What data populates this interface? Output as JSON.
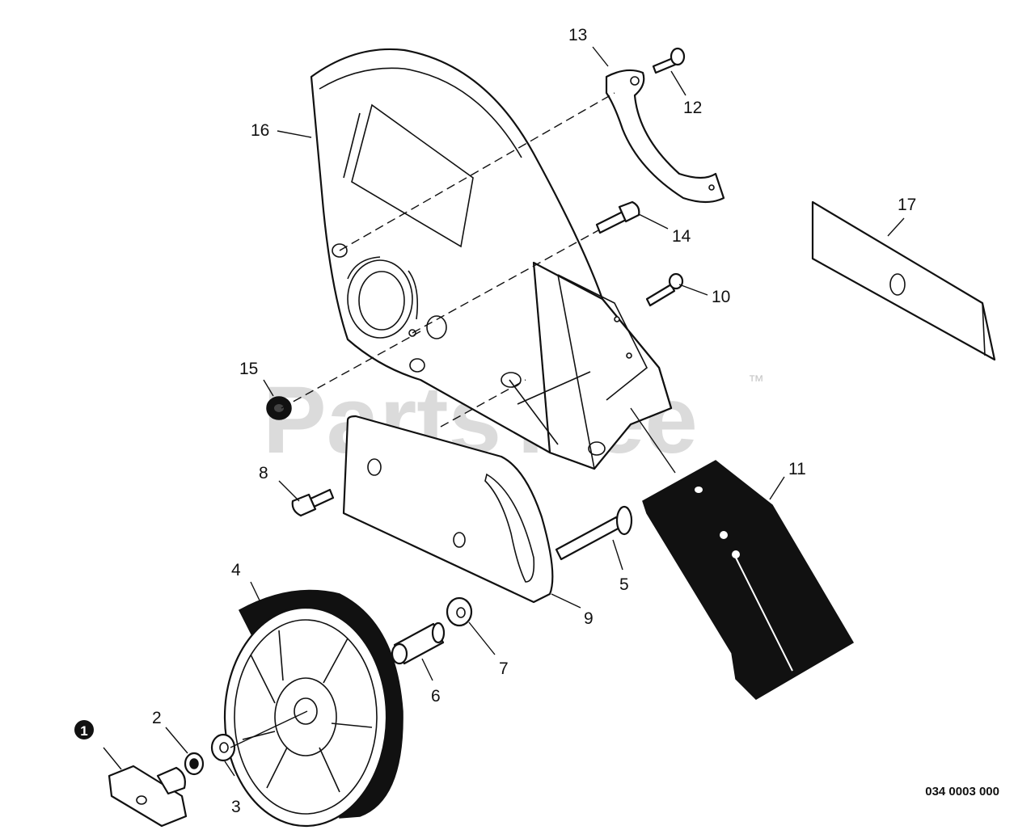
{
  "watermark": {
    "text": "PartsTree",
    "trademark": "™"
  },
  "drawing_number": "034 0003 000",
  "callouts": {
    "c1": "1",
    "c2": "2",
    "c3": "3",
    "c4": "4",
    "c5": "5",
    "c6": "6",
    "c7": "7",
    "c8": "8",
    "c9": "9",
    "c10": "10",
    "c11": "11",
    "c12": "12",
    "c13": "13",
    "c14": "14",
    "c15": "15",
    "c16": "16",
    "c17": "17"
  },
  "colors": {
    "ink": "#111111",
    "watermark": "#d0d0d0",
    "background": "#ffffff"
  }
}
